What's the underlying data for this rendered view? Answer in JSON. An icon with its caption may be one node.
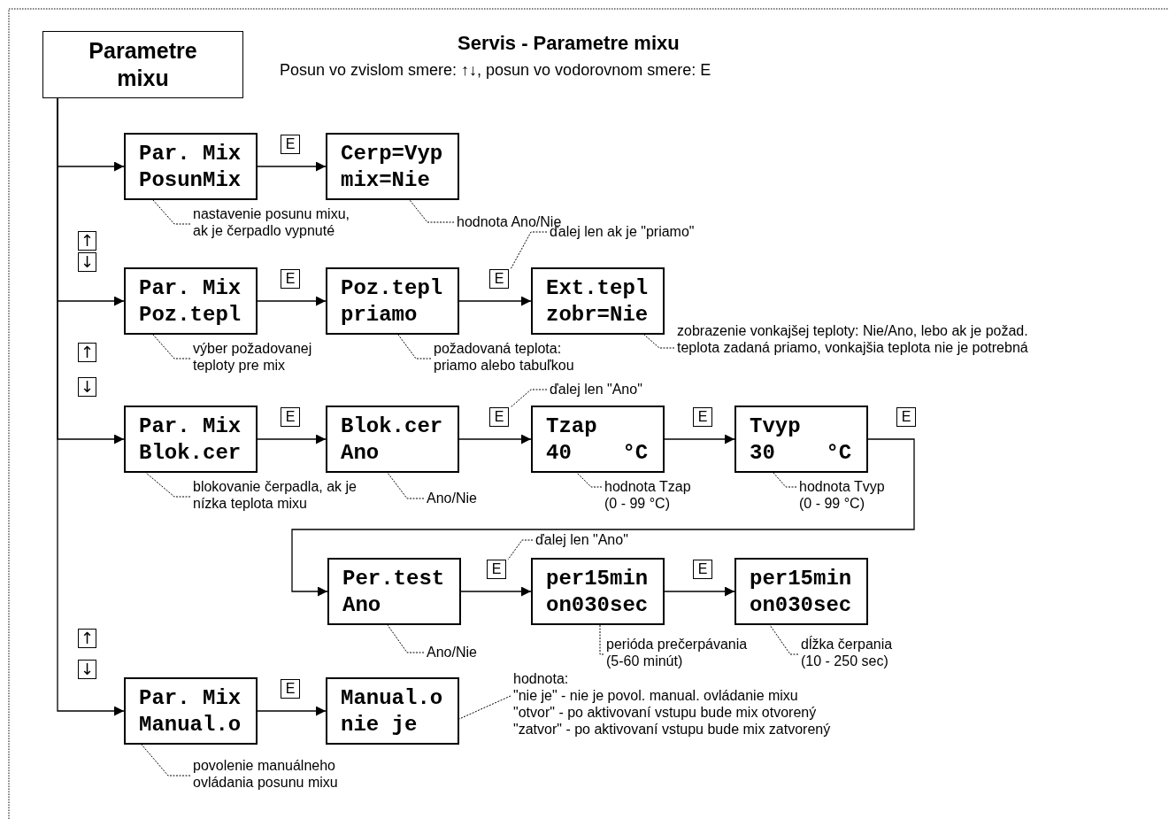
{
  "diagram": {
    "title": "Servis - Parametre mixu",
    "nodes": [
      {
        "text": [
          "Parametre mixu"
        ]
      },
      {
        "text": [
          "Par. Mix",
          "PosunMix"
        ]
      },
      {
        "text": [
          "Cerp=Vyp",
          "mix=Nie"
        ]
      },
      {
        "text": [
          "Par. Mix",
          "Poz.tepl"
        ]
      },
      {
        "text": [
          "Poz.tepl",
          "priamo"
        ]
      },
      {
        "text": [
          "Ext.tepl",
          "zobr=Nie"
        ]
      },
      {
        "text": [
          "Par. Mix",
          "Blok.cer"
        ]
      },
      {
        "text": [
          "Blok.cer",
          "Ano"
        ]
      },
      {
        "text": [
          "Tzap",
          "40    °C"
        ]
      },
      {
        "text": [
          "Tvyp",
          "30    °C"
        ]
      },
      {
        "text": [
          "Per.test",
          "Ano"
        ]
      },
      {
        "text": [
          "per15min",
          "on030sec"
        ]
      },
      {
        "text": [
          "per15min",
          "on030sec"
        ]
      },
      {
        "text": [
          "Par. Mix",
          "Manual.o"
        ]
      },
      {
        "text": [
          "Manual.o",
          "nie je"
        ]
      },
      {
        "text": [
          "nastavenie posunu mixu, ak je čerpadlo vypnuté"
        ]
      },
      {
        "text": [
          "hodnota Ano/Nie"
        ]
      },
      {
        "text": [
          "ďalej len ak je \"priamo\""
        ]
      },
      {
        "text": [
          "výber požadovanej teploty pre mix"
        ]
      },
      {
        "text": [
          "požadovaná teplota: priamo alebo tabuľkou"
        ]
      },
      {
        "text": [
          "zobrazenie vonkajšej teploty: Nie/Ano, lebo ak je požad. teplota zadaná priamo, vonkajšia teplota nie je potrebná"
        ]
      },
      {
        "text": [
          "ďalej len \"Ano\""
        ]
      },
      {
        "text": [
          "blokovanie čerpadla, ak je nízka teplota mixu"
        ]
      },
      {
        "text": [
          "Ano/Nie"
        ]
      },
      {
        "text": [
          "hodnota Tzap (0 - 99 °C)"
        ]
      },
      {
        "text": [
          "hodnota Tvyp (0 - 99 °C)"
        ]
      },
      {
        "text": [
          "ďalej len \"Ano\""
        ]
      },
      {
        "text": [
          "Ano/Nie"
        ]
      },
      {
        "text": [
          "perióda prečerpávania (5-60 minút)"
        ]
      },
      {
        "text": [
          "dĺžka čerpania (10 - 250 sec)"
        ]
      },
      {
        "text": [
          "hodnota:",
          "\"nie je\" - nie je povol. manual. ovládanie mixu",
          "\"otvor\" - po aktivovaní vstupu bude mix otvorený",
          "\"zatvor\" - po aktivovaní vstupu bude mix zatvorený"
        ]
      },
      {
        "text": [
          "povolenie manuálneho ovládania posunu mixu"
        ]
      }
    ],
    "edges": [
      {
        "from": 0,
        "to": 1,
        "arrow": "to"
      },
      {
        "from": 0,
        "to": 3,
        "arrow": "to"
      },
      {
        "from": 0,
        "to": 6,
        "arrow": "to"
      },
      {
        "from": 0,
        "to": 13,
        "arrow": "to"
      },
      {
        "from": 1,
        "to": 2,
        "arrow": "to",
        "label": "E"
      },
      {
        "from": 3,
        "to": 4,
        "arrow": "to",
        "label": "E"
      },
      {
        "from": 4,
        "to": 5,
        "arrow": "to",
        "label": "E"
      },
      {
        "from": 6,
        "to": 7,
        "arrow": "to",
        "label": "E"
      },
      {
        "from": 7,
        "to": 8,
        "arrow": "to",
        "label": "E"
      },
      {
        "from": 8,
        "to": 9,
        "arrow": "to",
        "label": "E"
      },
      {
        "from": 9,
        "to": 10,
        "arrow": "to",
        "label": "E"
      },
      {
        "from": 10,
        "to": 11,
        "arrow": "to",
        "label": "E"
      },
      {
        "from": 11,
        "to": 12,
        "arrow": "to",
        "label": "E"
      },
      {
        "from": 13,
        "to": 14,
        "arrow": "to",
        "label": "E"
      },
      {
        "from": 15,
        "to": 1,
        "arrow": "none",
        "style": "dashed"
      },
      {
        "from": 16,
        "to": 2,
        "arrow": "none",
        "style": "dashed"
      },
      {
        "from": 17,
        "to": null,
        "arrow": "none",
        "style": "dashed"
      },
      {
        "from": 18,
        "to": 3,
        "arrow": "none",
        "style": "dashed"
      },
      {
        "from": 19,
        "to": 4,
        "arrow": "none",
        "style": "dashed"
      },
      {
        "from": 20,
        "to": 5,
        "arrow": "none",
        "style": "dashed"
      },
      {
        "from": 21,
        "to": null,
        "arrow": "none",
        "style": "dashed"
      },
      {
        "from": 22,
        "to": 6,
        "arrow": "none",
        "style": "dashed"
      },
      {
        "from": 23,
        "to": 7,
        "arrow": "none",
        "style": "dashed"
      },
      {
        "from": 24,
        "to": 8,
        "arrow": "none",
        "style": "dashed"
      },
      {
        "from": 25,
        "to": 9,
        "arrow": "none",
        "style": "dashed"
      },
      {
        "from": 26,
        "to": null,
        "arrow": "none",
        "style": "dashed"
      },
      {
        "from": 27,
        "to": 10,
        "arrow": "none",
        "style": "dashed"
      },
      {
        "from": 28,
        "to": 11,
        "arrow": "none",
        "style": "dashed"
      },
      {
        "from": 29,
        "to": 12,
        "arrow": "none",
        "style": "dashed"
      },
      {
        "from": 30,
        "to": 14,
        "arrow": "none",
        "style": "dashed"
      },
      {
        "from": 31,
        "to": 13,
        "arrow": "none",
        "style": "dashed"
      }
    ],
    "labels": [
      "Posun vo zvislom smere: ↑↓,  posun vo vodorovnom smere: E",
      "↑",
      "↓",
      "↑",
      "↓",
      "↑",
      "↓"
    ]
  }
}
